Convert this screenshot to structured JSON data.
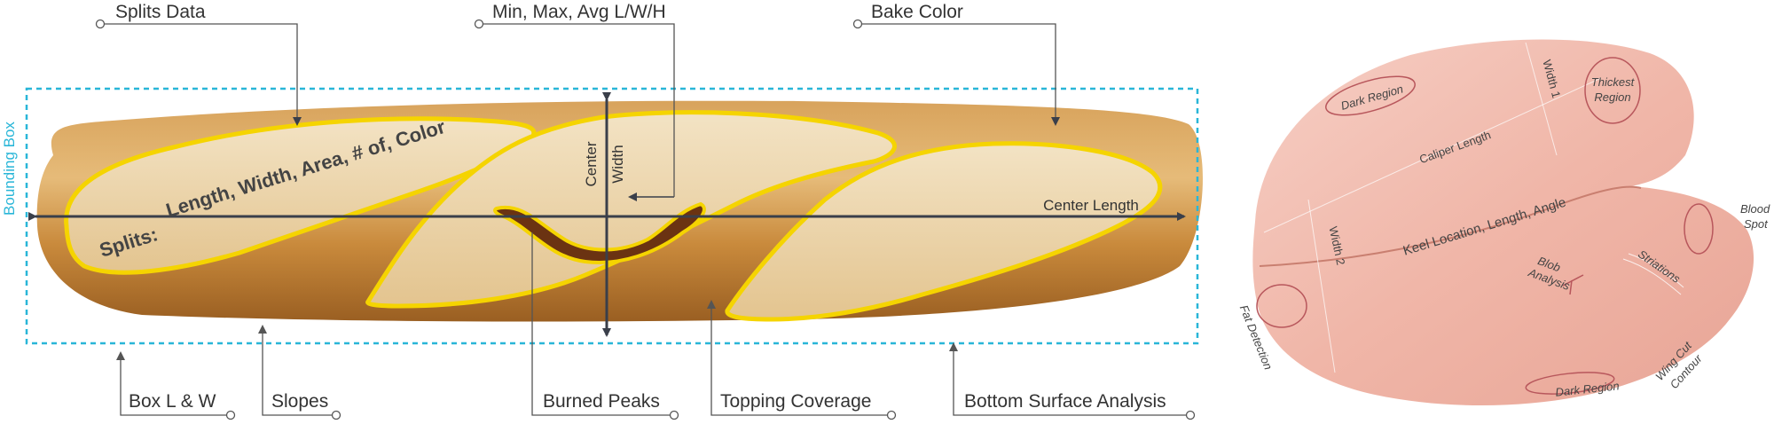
{
  "baguette": {
    "callouts_top": {
      "splits_data": "Splits Data",
      "min_max_avg": "Min, Max, Avg L/W/H",
      "bake_color": "Bake Color"
    },
    "callouts_bottom": {
      "box_lw": "Box L & W",
      "slopes": "Slopes",
      "burned_peaks": "Burned Peaks",
      "topping_coverage": "Topping Coverage",
      "bottom_surface": "Bottom Surface Analysis"
    },
    "bounding_box_label": "Bounding Box",
    "splits_label": "Splits:",
    "splits_metrics": "Length, Width, Area, # of, Color",
    "center_label": "Center",
    "width_label": "Width",
    "center_length_label": "Center Length"
  },
  "chicken": {
    "dark_region_top": "Dark Region",
    "thickest_region_line1": "Thickest",
    "thickest_region_line2": "Region",
    "width1": "Width 1",
    "caliper_length": "Caliper Length",
    "width2": "Width 2",
    "keel": "Keel Location, Length, Angle",
    "blob_line1": "Blob",
    "blob_line2": "Analysis",
    "striations": "Striations",
    "blood_line1": "Blood",
    "blood_line2": "Spot",
    "fat_detection": "Fat Detection",
    "wing_line1": "Wing Cut",
    "wing_line2": "Contour",
    "dark_region_bottom": "Dark Region"
  },
  "colors": {
    "bbox": "#29b6d8",
    "split_outline": "#f5d400",
    "arrow": "#3a3f4a",
    "bread_crust": "#c98a3c",
    "chicken_flesh": "#f2b9ad"
  }
}
